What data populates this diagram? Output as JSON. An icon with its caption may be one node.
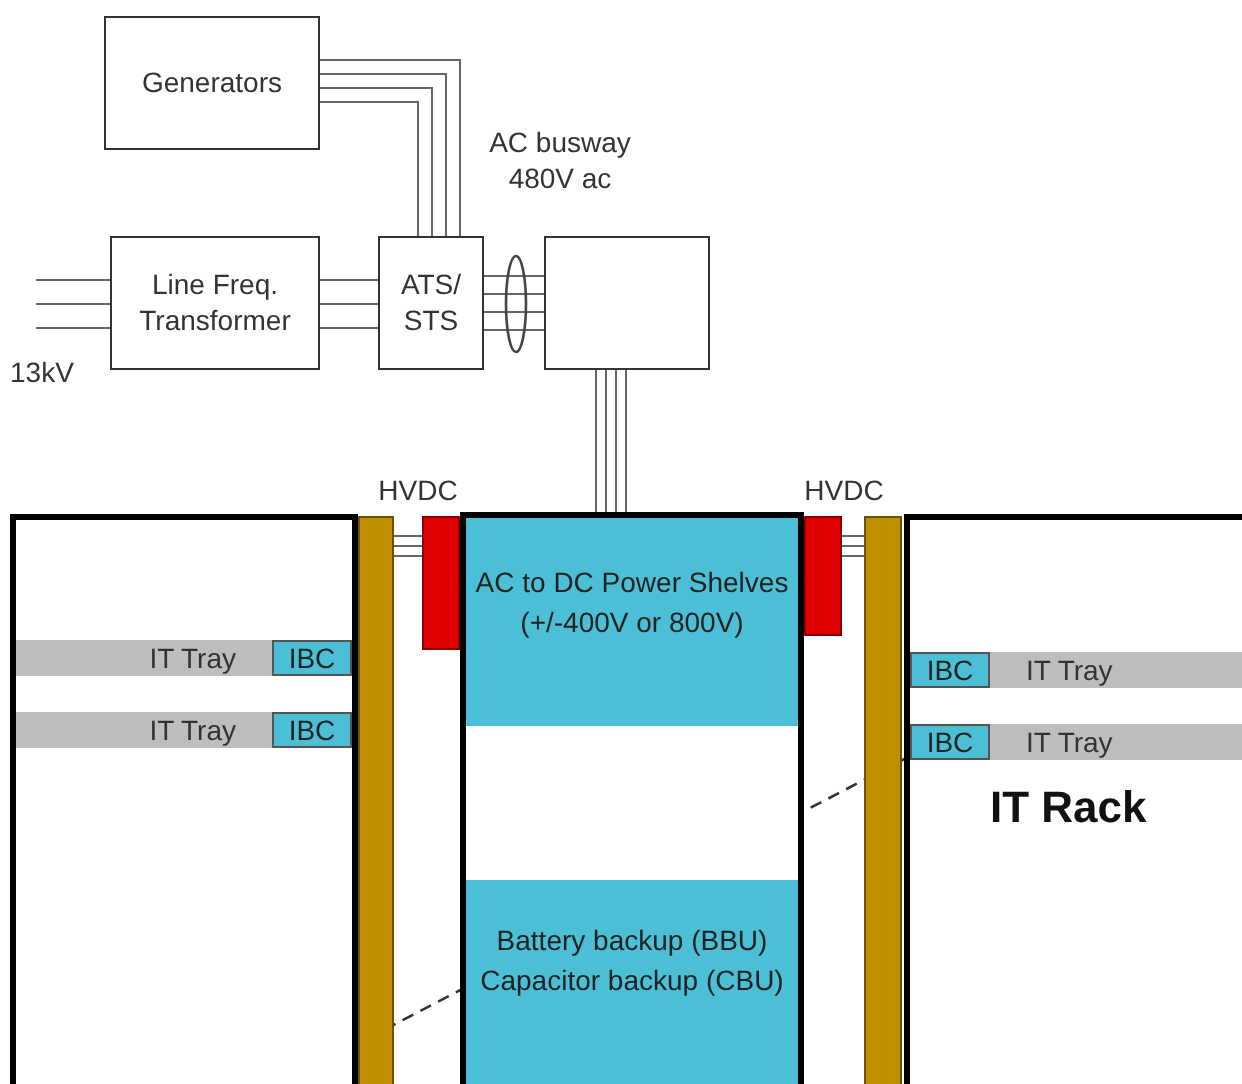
{
  "diagram": {
    "nodes": [
      {
        "text": [
          "Generators"
        ]
      },
      {
        "text": [
          "Line Freq. Transformer"
        ]
      },
      {
        "text": [
          "ATS/ STS"
        ]
      },
      {
        "text": [],
        "shape": "box"
      },
      {
        "text": [],
        "shape": "box"
      },
      {
        "text": [
          "IT Tray"
        ],
        "in": 4
      },
      {
        "text": [
          "IBC"
        ],
        "in": 4
      },
      {
        "text": [
          "IT Tray"
        ],
        "in": 4
      },
      {
        "text": [
          "IBC"
        ],
        "in": 4
      },
      {
        "text": [],
        "shape": "bar"
      },
      {
        "text": [
          "HVDC"
        ]
      },
      {
        "text": [],
        "shape": "box"
      },
      {
        "text": [
          "AC to DC Power Shelves (+/-400V or 800V)"
        ],
        "in": 11
      },
      {
        "text": [
          "Battery backup (BBU) Capacitor backup (CBU)"
        ],
        "in": 11
      },
      {
        "text": [
          "HVDC"
        ]
      },
      {
        "text": [],
        "shape": "bar"
      },
      {
        "text": [
          "IT Rack"
        ]
      },
      {
        "text": [
          "IBC"
        ],
        "in": 16
      },
      {
        "text": [
          "IT Tray"
        ],
        "in": 16
      },
      {
        "text": [
          "IBC"
        ],
        "in": 16
      },
      {
        "text": [
          "IT Tray"
        ],
        "in": 16
      }
    ],
    "edges": [
      {
        "from": null,
        "to": 1,
        "arrow": "none",
        "label": "13kV"
      },
      {
        "from": 1,
        "to": 2,
        "arrow": "none"
      },
      {
        "from": 0,
        "to": 2,
        "arrow": "none"
      },
      {
        "from": 2,
        "to": 3,
        "arrow": "none",
        "label": "AC busway 480V ac"
      },
      {
        "from": 3,
        "to": 11,
        "arrow": "none"
      },
      {
        "from": 10,
        "to": 9,
        "arrow": "none"
      },
      {
        "from": 14,
        "to": 15,
        "arrow": "none"
      }
    ]
  }
}
